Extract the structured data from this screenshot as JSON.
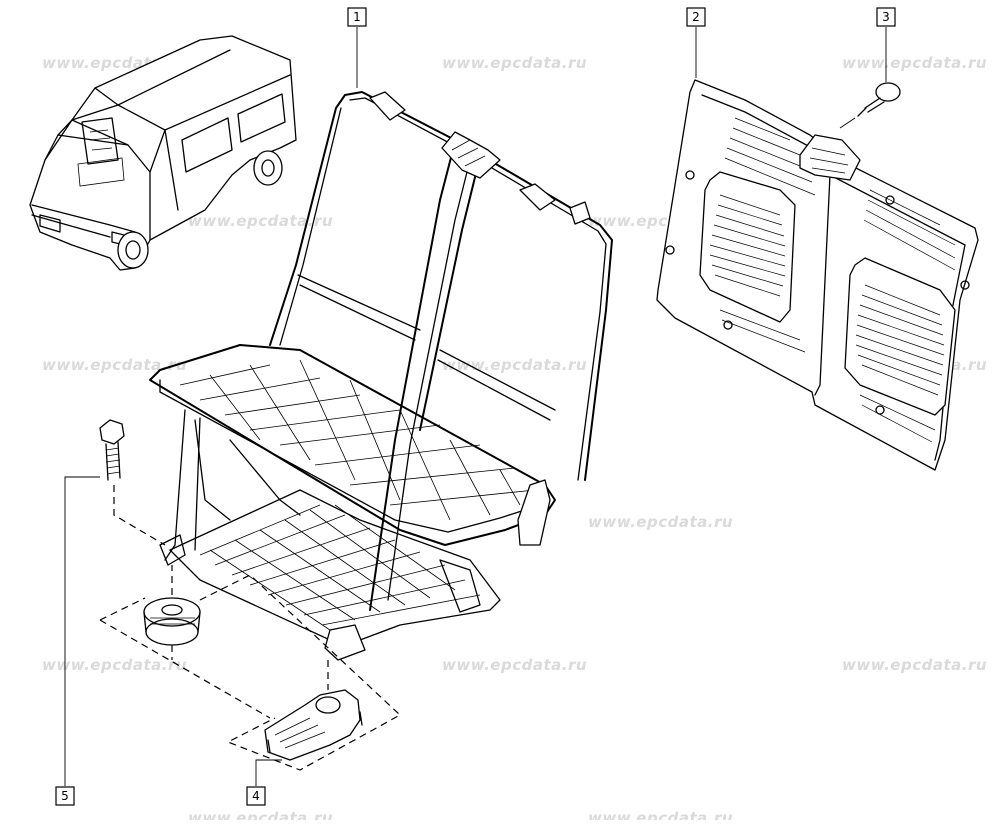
{
  "watermark": {
    "text": "www.epcdata.ru"
  },
  "callouts": [
    {
      "number": "1"
    },
    {
      "number": "2"
    },
    {
      "number": "3"
    },
    {
      "number": "4"
    },
    {
      "number": "5"
    }
  ]
}
